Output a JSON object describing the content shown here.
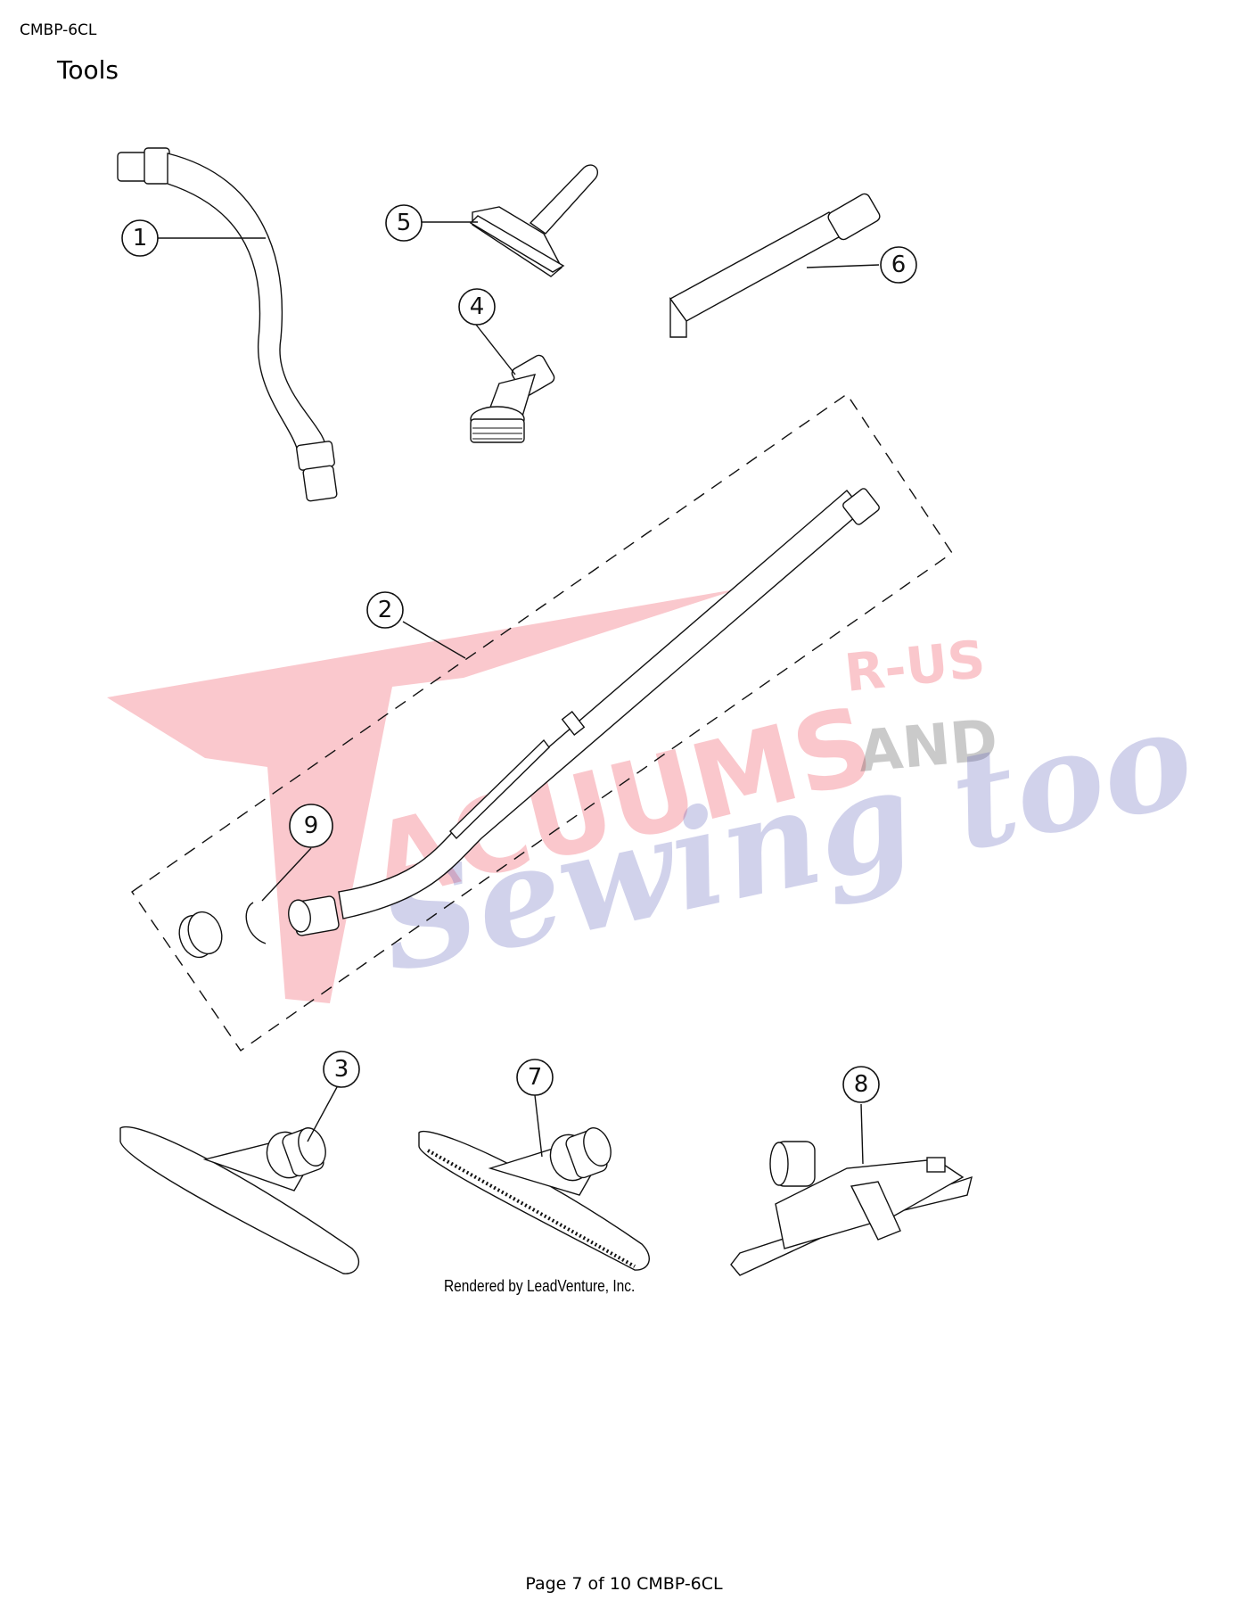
{
  "header": {
    "doc_id": "CMBP-6CL",
    "section_title": "Tools"
  },
  "footer": {
    "page_label": "Page 7 of 10 CMBP-6CL"
  },
  "credit": "Rendered by LeadVenture, Inc.",
  "watermark": {
    "main_text": "ACUUMS",
    "top_right": "R-US",
    "middle_right": "AND",
    "script": "Sewing too",
    "color_red": "#ef4a5a",
    "color_blue": "#5c5fb8"
  },
  "callouts": [
    {
      "number": "1",
      "part": "hose"
    },
    {
      "number": "2",
      "part": "wand assembly"
    },
    {
      "number": "3",
      "part": "floor brush tool"
    },
    {
      "number": "4",
      "part": "dusting brush"
    },
    {
      "number": "5",
      "part": "upholstery tool"
    },
    {
      "number": "6",
      "part": "crevice tool"
    },
    {
      "number": "7",
      "part": "floor brush tool with bristles"
    },
    {
      "number": "8",
      "part": "squeegee floor tool"
    },
    {
      "number": "9",
      "part": "retaining ring"
    }
  ]
}
